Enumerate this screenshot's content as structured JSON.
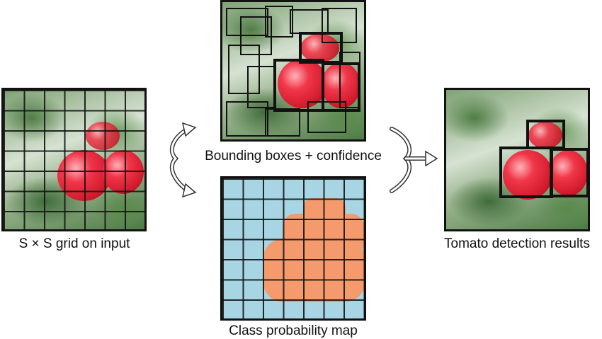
{
  "captions": {
    "input_grid": "S × S grid on input",
    "bounding_boxes": "Bounding boxes + confidence",
    "class_map": "Class probability map",
    "results": "Tomato detection results"
  },
  "colors": {
    "panel_border": "#111111",
    "class_background": "#a8d5e3",
    "class_tomato": "#f59a6c",
    "tomato_red": "#e12a3c",
    "foliage_green": "#4f7d45"
  }
}
